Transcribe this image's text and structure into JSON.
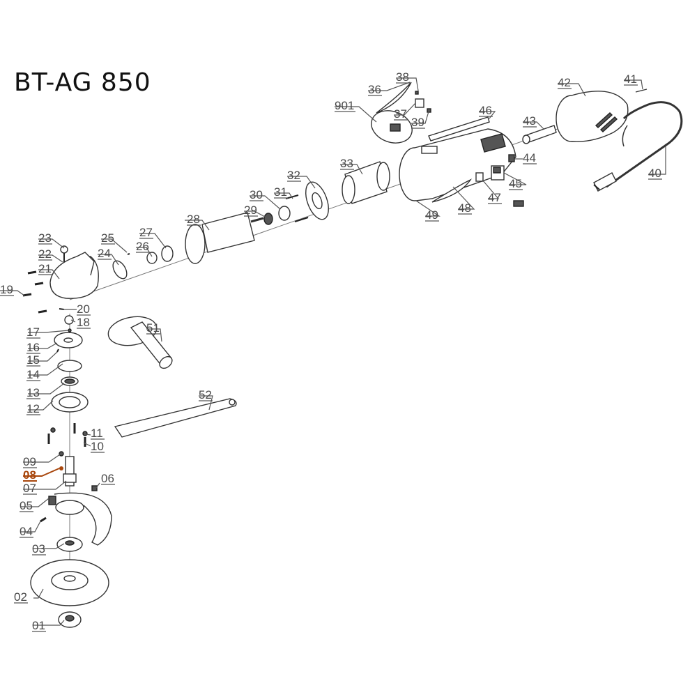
{
  "title": "BT-AG 850",
  "highlight_color": "#a8460c",
  "highlighted_part": "08",
  "labels": [
    {
      "id": "01",
      "text": "01"
    },
    {
      "id": "02",
      "text": "02"
    },
    {
      "id": "03",
      "text": "03"
    },
    {
      "id": "04",
      "text": "04"
    },
    {
      "id": "05",
      "text": "05"
    },
    {
      "id": "06",
      "text": "06"
    },
    {
      "id": "07",
      "text": "07"
    },
    {
      "id": "08",
      "text": "08"
    },
    {
      "id": "09",
      "text": "09"
    },
    {
      "id": "10",
      "text": "10"
    },
    {
      "id": "11",
      "text": "11"
    },
    {
      "id": "12",
      "text": "12"
    },
    {
      "id": "13",
      "text": "13"
    },
    {
      "id": "14",
      "text": "14"
    },
    {
      "id": "15",
      "text": "15"
    },
    {
      "id": "16",
      "text": "16"
    },
    {
      "id": "17",
      "text": "17"
    },
    {
      "id": "18",
      "text": "18"
    },
    {
      "id": "19",
      "text": "19"
    },
    {
      "id": "20",
      "text": "20"
    },
    {
      "id": "21",
      "text": "21"
    },
    {
      "id": "22",
      "text": "22"
    },
    {
      "id": "23",
      "text": "23"
    },
    {
      "id": "24",
      "text": "24"
    },
    {
      "id": "25",
      "text": "25"
    },
    {
      "id": "26",
      "text": "26"
    },
    {
      "id": "27",
      "text": "27"
    },
    {
      "id": "28",
      "text": "28"
    },
    {
      "id": "29",
      "text": "29"
    },
    {
      "id": "30",
      "text": "30"
    },
    {
      "id": "31",
      "text": "31"
    },
    {
      "id": "32",
      "text": "32"
    },
    {
      "id": "33",
      "text": "33"
    },
    {
      "id": "36",
      "text": "36"
    },
    {
      "id": "37",
      "text": "37"
    },
    {
      "id": "38",
      "text": "38"
    },
    {
      "id": "39",
      "text": "39"
    },
    {
      "id": "40",
      "text": "40"
    },
    {
      "id": "41",
      "text": "41"
    },
    {
      "id": "42",
      "text": "42"
    },
    {
      "id": "43",
      "text": "43"
    },
    {
      "id": "44",
      "text": "44"
    },
    {
      "id": "45",
      "text": "45"
    },
    {
      "id": "46",
      "text": "46"
    },
    {
      "id": "47",
      "text": "47"
    },
    {
      "id": "48",
      "text": "48"
    },
    {
      "id": "49",
      "text": "49"
    },
    {
      "id": "51",
      "text": "51"
    },
    {
      "id": "52",
      "text": "52"
    },
    {
      "id": "901",
      "text": "901"
    }
  ]
}
